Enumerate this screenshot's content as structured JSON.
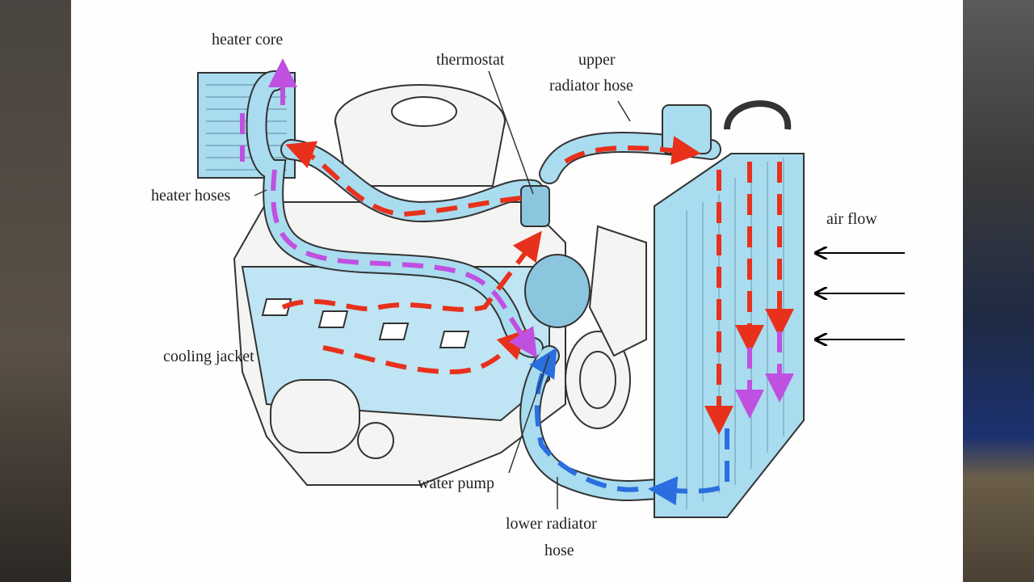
{
  "labels": {
    "heater_core": "heater core",
    "thermostat": "thermostat",
    "upper_radiator_hose_line1": "upper",
    "upper_radiator_hose_line2": "radiator hose",
    "heater_hoses": "heater hoses",
    "air_flow": "air flow",
    "cooling_jacket": "cooling jacket",
    "water_pump": "water pump",
    "lower_radiator_hose_line1": "lower radiator",
    "lower_radiator_hose_line2": "hose"
  },
  "colors": {
    "coolant_hot": "#e8311c",
    "coolant_heater": "#c050e0",
    "coolant_cool": "#2a6ee0",
    "component_fill": "#a9dcef",
    "outline": "#333333"
  }
}
